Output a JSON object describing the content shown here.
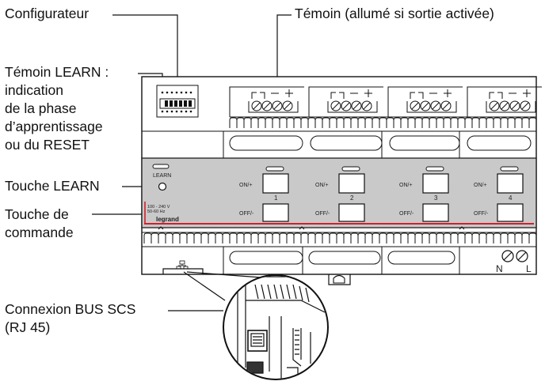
{
  "callouts": {
    "configurateur": "Configurateur",
    "temoin_sortie": "Témoin (allumé si sortie activée)",
    "learn_line1": "Témoin LEARN :",
    "learn_line2": "indication",
    "learn_line3": "de la phase",
    "learn_line4": "d’apprentissage",
    "learn_line5": "ou du RESET",
    "touche_learn": "Touche LEARN",
    "touche_cmd_line1": "Touche de",
    "touche_cmd_line2": "commande",
    "bus_line1": "Connexion BUS SCS",
    "bus_line2": "(RJ 45)"
  },
  "device": {
    "learn_label": "LEARN",
    "on_label": "ON/+",
    "off_label": "OFF/-",
    "channels": [
      "1",
      "2",
      "3",
      "4"
    ],
    "voltage_line1": "100 - 240 V",
    "voltage_line2": "50-60 Hz",
    "brand": "legrand",
    "neutral_label": "N",
    "line_label": "L"
  },
  "colors": {
    "panel": "#c9c9c9",
    "accent_red": "#d11f2a",
    "stroke": "#111111"
  }
}
